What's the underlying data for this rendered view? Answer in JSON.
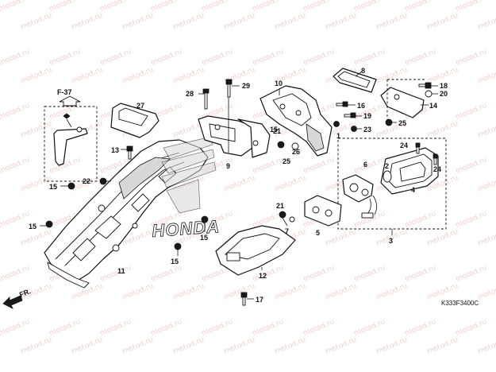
{
  "diagram": {
    "diagram_code": "K333F3400C",
    "section_ref": "F-37",
    "front_indicator": "FR.",
    "brand_mark": "HONDA",
    "watermark": "motod.ru",
    "colors": {
      "line": "#111111",
      "watermark": "#e9a7a7",
      "background": "#ffffff"
    },
    "callouts": [
      "1",
      "2",
      "3",
      "4",
      "5",
      "6",
      "7",
      "8",
      "9",
      "10",
      "11",
      "12",
      "13",
      "14",
      "15",
      "15",
      "15",
      "15",
      "15",
      "16",
      "17",
      "18",
      "19",
      "20",
      "21",
      "21",
      "22",
      "23",
      "24",
      "24",
      "25",
      "25",
      "26",
      "27",
      "28",
      "29"
    ]
  }
}
